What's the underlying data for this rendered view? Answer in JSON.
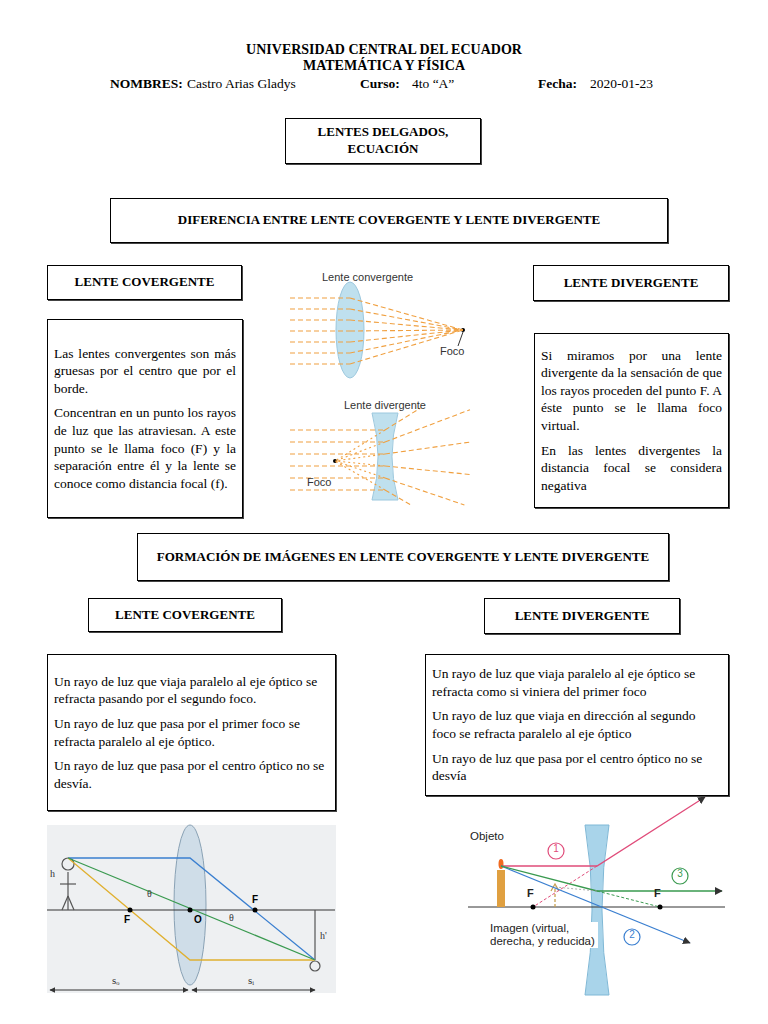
{
  "diagram": {
    "title": "UNIVERSIDAD CENTRAL DEL ECUADOR",
    "nodes": [
      {
        "text": [
          "LENTES DELGADOS, ECUACIÓN"
        ]
      },
      {
        "text": [
          "DIFERENCIA ENTRE LENTE COVERGENTE Y LENTE DIVERGENTE"
        ]
      },
      {
        "text": [
          "LENTE COVERGENTE"
        ]
      },
      {
        "text": [
          "LENTE DIVERGENTE"
        ]
      },
      {
        "text": [
          "Las lentes convergentes son más gruesas por el centro que por el borde.",
          "Concentran en un punto los rayos de luz que las atraviesan. A este punto se le llama foco (F) y la separación entre él y la lente se conoce como distancia focal (f)."
        ]
      },
      {
        "text": [
          "Si miramos por una lente divergente da la sensación de que los rayos proceden del punto F. A éste punto se le llama foco virtual.",
          "En las lentes divergentes la distancia focal se considera negativa"
        ]
      },
      {
        "text": [
          "FORMACIÓN DE IMÁGENES EN LENTE COVERGENTE Y LENTE DIVERGENTE"
        ]
      },
      {
        "text": [
          "LENTE COVERGENTE"
        ]
      },
      {
        "text": [
          "LENTE DIVERGENTE"
        ]
      },
      {
        "text": [
          "Un rayo de luz que viaja paralelo al eje óptico se refracta pasando por el segundo foco.",
          "Un rayo de luz que pasa por el primer foco se refracta paralelo al eje óptico.",
          "Un rayo de luz que pasa por el centro óptico no se desvía."
        ]
      },
      {
        "text": [
          "Un rayo de luz que viaja paralelo al eje óptico se refracta como si viniera del primer foco",
          "Un rayo de luz que viaja en dirección al segundo foco se refracta paralelo al eje óptico",
          "Un rayo de luz que pasa por el centro óptico no se desvía"
        ]
      }
    ],
    "labels": [
      "MATEMÁTICA Y FÍSICA",
      "NOMBRES:",
      "Castro Arias Gladys",
      "Curso:",
      "4to “A”",
      "Fecha:",
      "2020-01-23",
      "Lente convergente",
      "Foco",
      "Lente divergente",
      "Foco",
      "h",
      "F",
      "θ",
      "O",
      "θ",
      "F",
      "h'",
      "sₒ",
      "sᵢ",
      "Objeto",
      "1",
      "3",
      "F",
      "F",
      "2",
      "Imagen (virtual, derecha, y reducida)"
    ]
  }
}
